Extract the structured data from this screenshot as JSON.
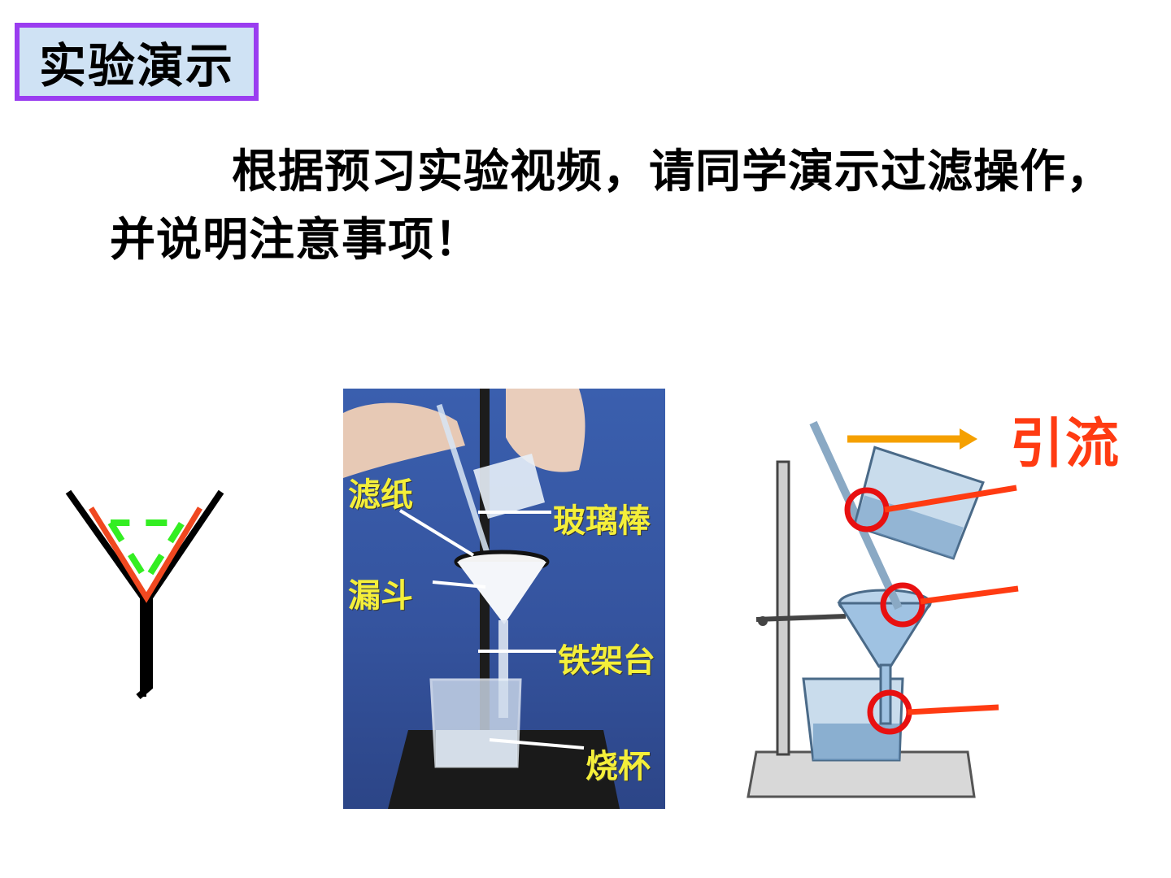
{
  "slide": {
    "title": "实验演示",
    "instruction": "根据预习实验视频，请同学演示过滤操作，并说明注意事项！"
  },
  "photo_labels": {
    "filter_paper": "滤纸",
    "glass_rod": "玻璃棒",
    "funnel": "漏斗",
    "iron_stand": "铁架台",
    "beaker": "烧杯"
  },
  "apparatus": {
    "arrow_label": "引流"
  },
  "colors": {
    "title_border": "#9a3df0",
    "title_bg": "#cfe2f4",
    "label_yellow": "#f4ef3a",
    "accent_red": "#ff3b12",
    "arrow_orange": "#f5a000",
    "circle_red": "#e81010",
    "paper_green": "#33ee22"
  }
}
